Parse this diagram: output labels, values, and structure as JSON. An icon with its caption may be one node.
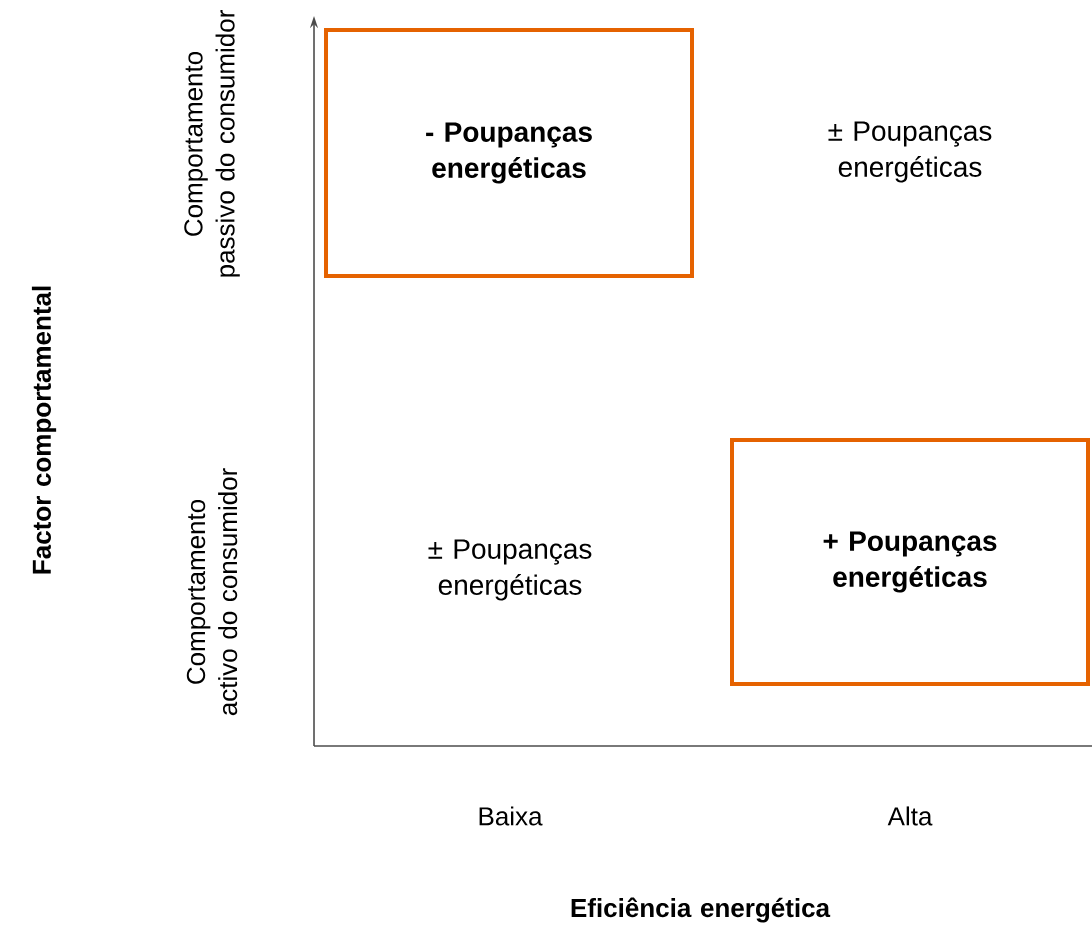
{
  "diagram": {
    "nodes": [
      {
        "text": [
          "- Poupanças energéticas"
        ]
      },
      {
        "text": [
          "± Poupanças energéticas"
        ]
      },
      {
        "text": [
          "± Poupanças energéticas"
        ]
      },
      {
        "text": [
          "+ Poupanças energéticas"
        ]
      }
    ],
    "labels": [
      "Comportamento passivo do consumidor",
      "Factor comportamental",
      "Comportamento activo do consumidor",
      "Baixa",
      "Alta",
      "Eficiência energética"
    ]
  }
}
